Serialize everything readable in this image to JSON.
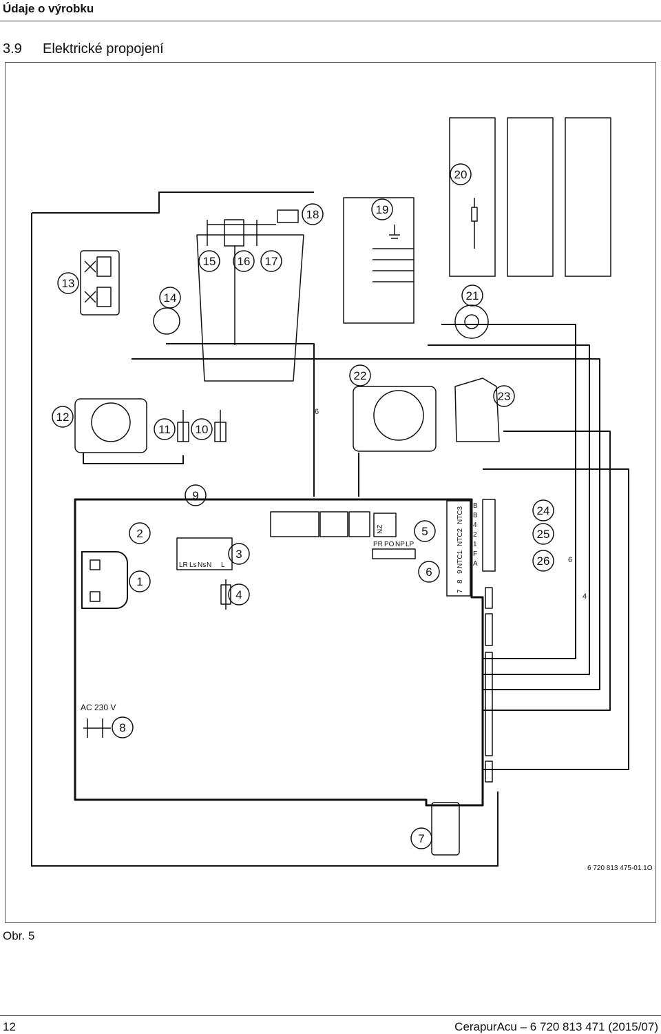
{
  "header": {
    "title": "Údaje o výrobku"
  },
  "section": {
    "number": "3.9",
    "title": "Elektrické propojení"
  },
  "figure": {
    "callouts": [
      "1",
      "2",
      "3",
      "4",
      "5",
      "6",
      "7",
      "8",
      "9",
      "10",
      "11",
      "12",
      "13",
      "14",
      "15",
      "16",
      "17",
      "18",
      "19",
      "20",
      "21",
      "22",
      "23",
      "24",
      "25",
      "26"
    ],
    "terminal_labels": [
      "LR",
      "Ls",
      "Ns",
      "N",
      "L"
    ],
    "pump_labels": [
      "PR",
      "PO",
      "NP",
      "LP"
    ],
    "nz_label": "NZ",
    "ntc_labels": [
      "NTC3",
      "NTC2",
      "NTC1"
    ],
    "ntc_numbers": [
      "9",
      "8",
      "7"
    ],
    "bus_labels": [
      "B",
      "B",
      "4",
      "2",
      "1",
      "F",
      "A"
    ],
    "wire_counts": [
      "6",
      "6",
      "4"
    ],
    "voltage_label": "AC 230 V",
    "drawing_code": "6 720 813 475-01.1O"
  },
  "caption": "Obr. 5",
  "footer": {
    "page_number": "12",
    "document": "CerapurAcu – 6 720 813 471 (2015/07)"
  }
}
